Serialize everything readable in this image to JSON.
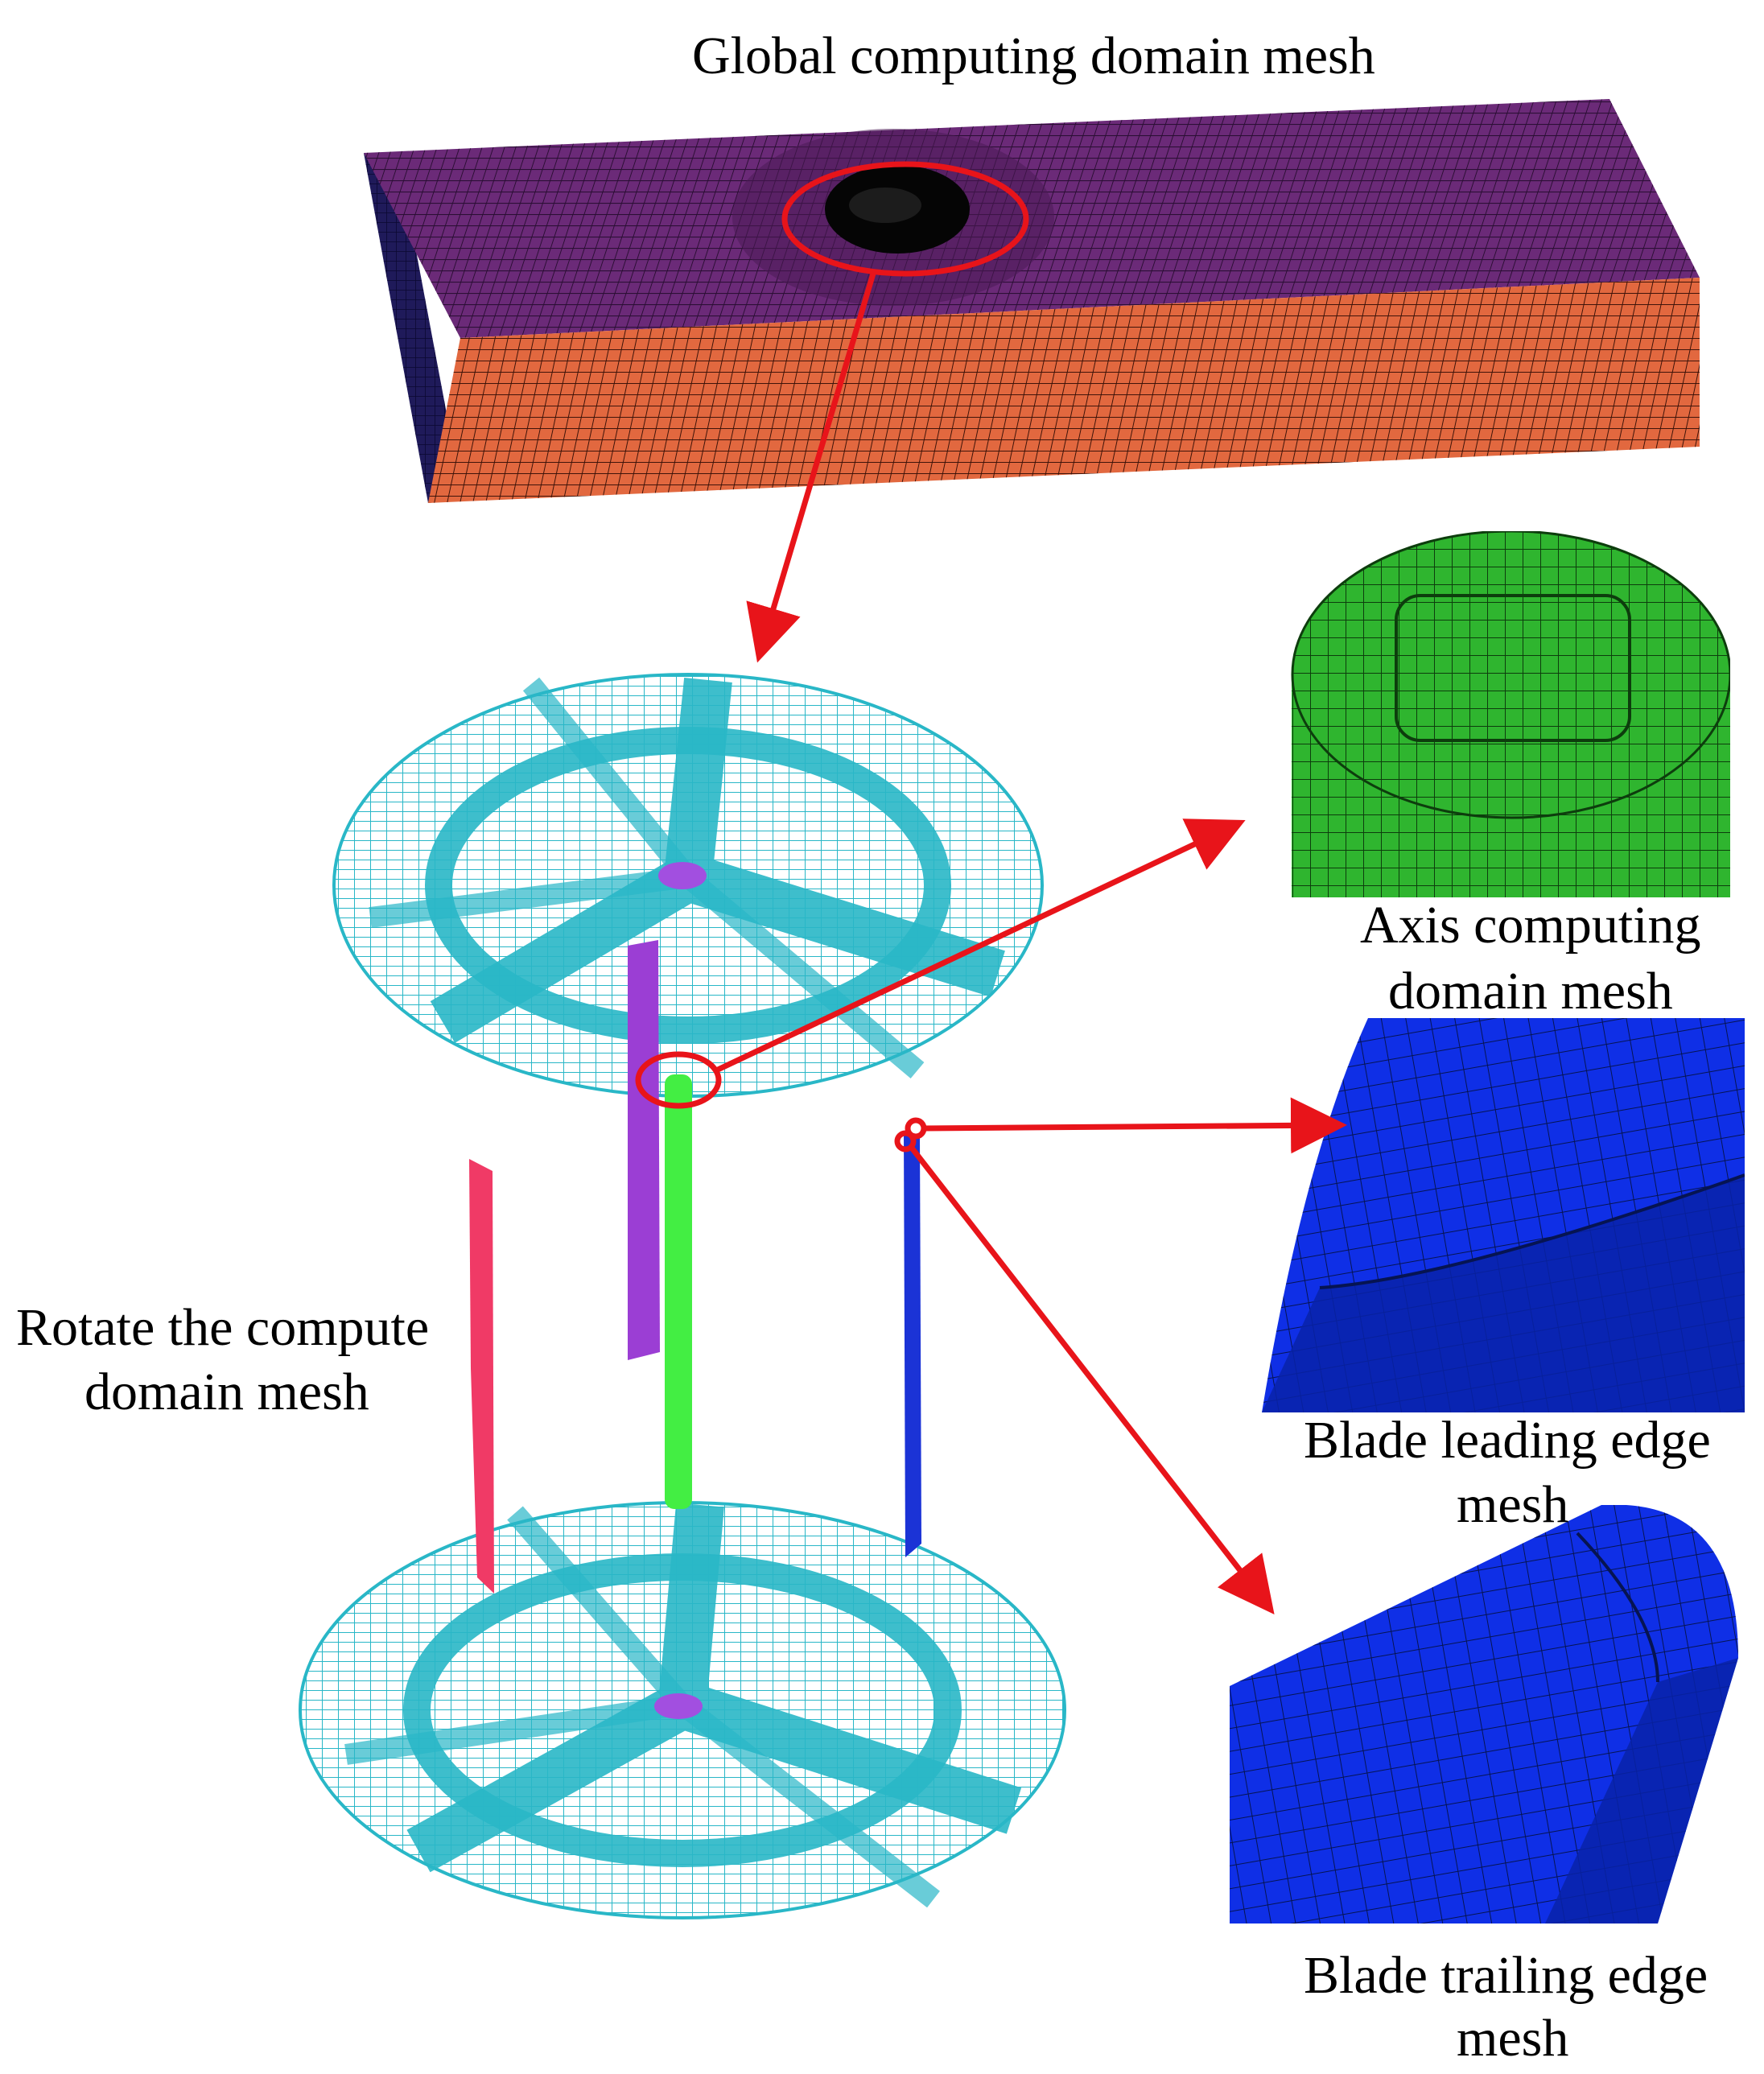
{
  "labels": {
    "global_title": "Global computing domain mesh",
    "rotate_line1": "Rotate the compute",
    "rotate_line2": "domain mesh",
    "axis_line1": "Axis computing",
    "axis_line2": "domain mesh",
    "leading_line1": "Blade leading edge",
    "leading_line2": "mesh",
    "trailing_line1": "Blade trailing edge",
    "trailing_line2": "mesh"
  },
  "colors": {
    "box_top": "#6b2a78",
    "box_front": "#e2683f",
    "box_side": "#1f1a5a",
    "disk_mesh": "#29b7c7",
    "hub": "#a24fe0",
    "shaft_green": "#43ee43",
    "blade_purple": "#9b3ed4",
    "blade_red": "#f03a66",
    "blade_blue": "#1b33d6",
    "axis_inset": "#2fb52f",
    "blade_inset": "#0f2fe6",
    "callout": "#e8141a"
  }
}
